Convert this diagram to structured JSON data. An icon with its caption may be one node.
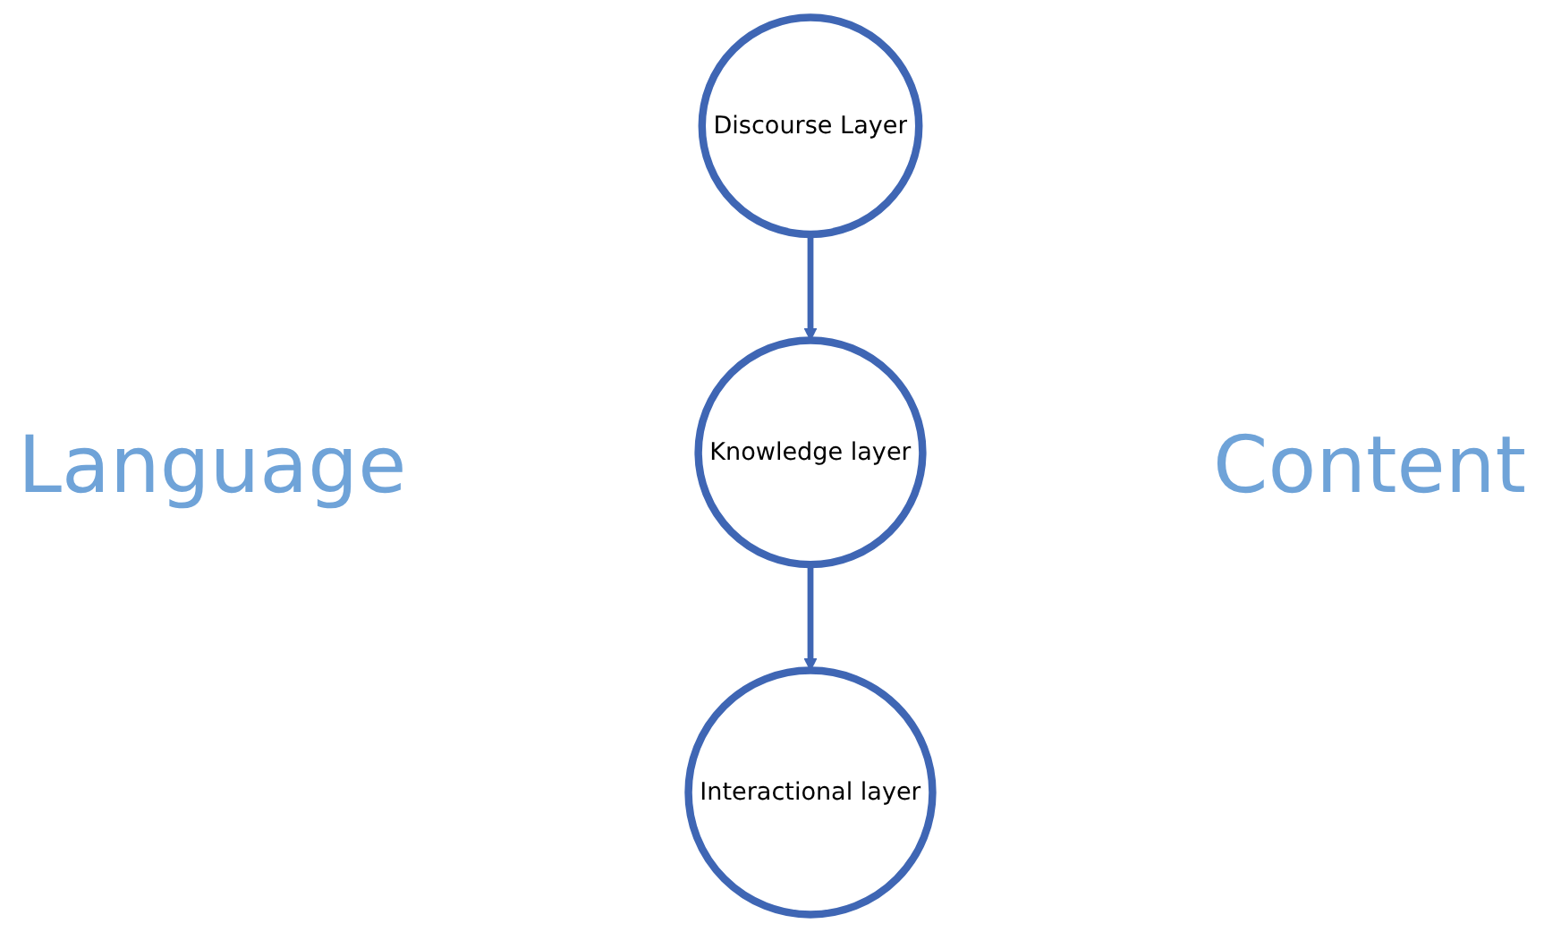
{
  "diagram": {
    "nodes": [
      {
        "text": [
          "Discourse Layer"
        ]
      },
      {
        "text": [
          "Knowledge layer"
        ]
      },
      {
        "text": [
          "Interactional layer"
        ]
      }
    ],
    "edges": [
      {
        "from": 0,
        "to": 1,
        "arrow": "to"
      },
      {
        "from": 1,
        "to": 2,
        "arrow": "to"
      }
    ],
    "labels": [
      "Language",
      "Content"
    ]
  }
}
